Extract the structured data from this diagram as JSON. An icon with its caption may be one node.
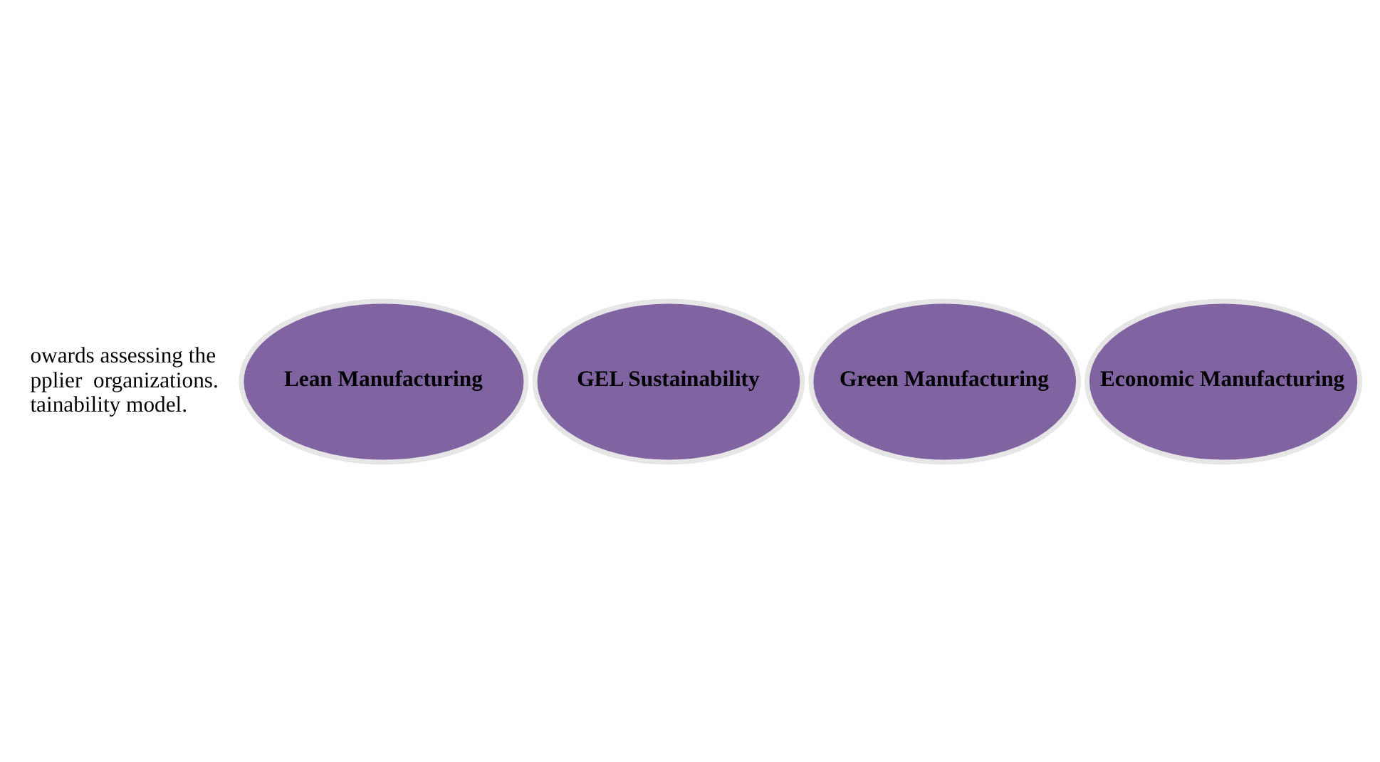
{
  "diagram": {
    "nodes": [
      {
        "text": [
          "Lean Manufacturing"
        ]
      },
      {
        "text": [
          "GEL Sustainability"
        ]
      },
      {
        "text": [
          "Green Manufacturing"
        ]
      },
      {
        "text": [
          "Economic Manufacturing"
        ]
      }
    ],
    "labels": [
      "owards assessing the",
      "pplier  organizations.",
      "tainability model."
    ]
  }
}
